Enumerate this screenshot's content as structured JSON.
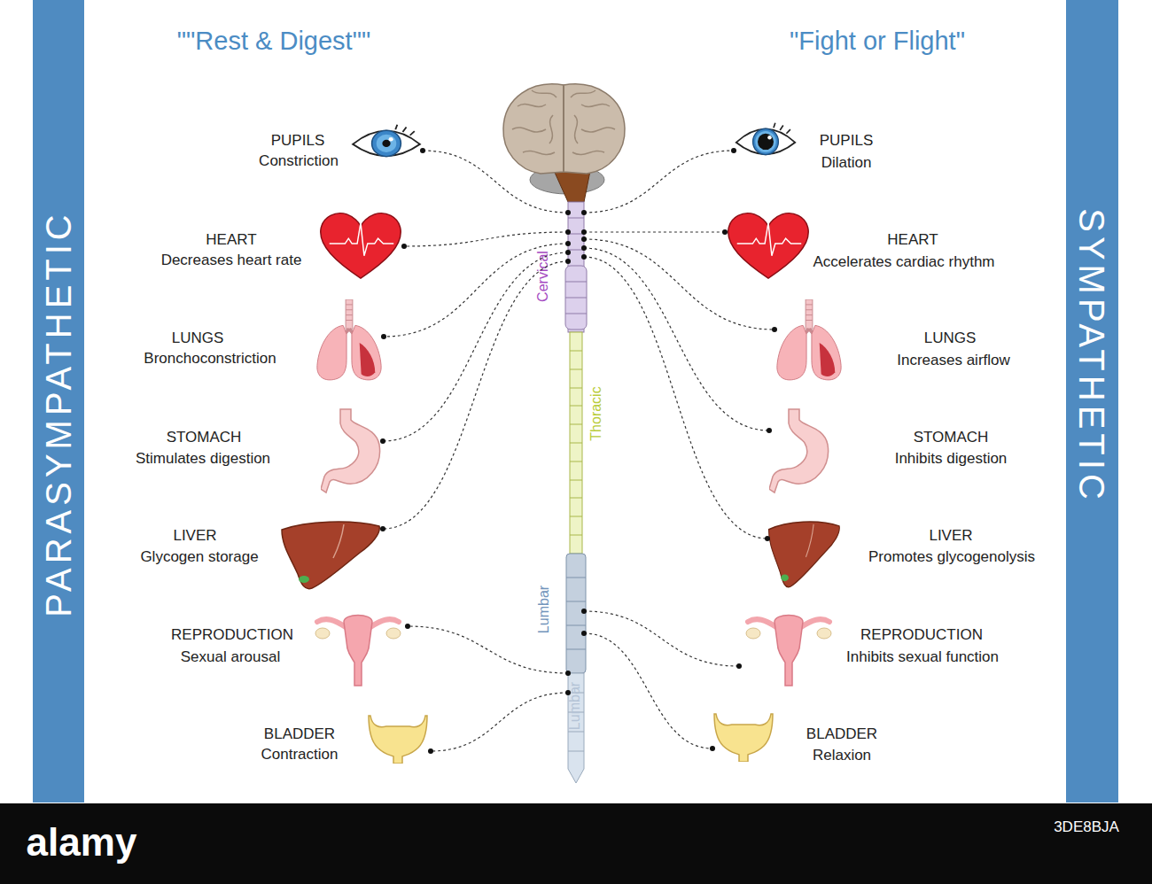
{
  "diagram": {
    "nodes": [
      {
        "text": [
          "PARASYMPATHETIC"
        ]
      },
      {
        "text": [
          "SYMPATHETIC"
        ]
      },
      {
        "text": [
          "Cervical",
          "Thoracic",
          "Lumbar",
          "Lumbar"
        ]
      },
      {
        "text": [
          "PUPILS",
          "Constriction"
        ]
      },
      {
        "text": [
          "HEART",
          "Decreases heart rate"
        ]
      },
      {
        "text": [
          "LUNGS",
          "Bronchoconstriction"
        ]
      },
      {
        "text": [
          "STOMACH",
          "Stimulates digestion"
        ]
      },
      {
        "text": [
          "LIVER",
          "Glycogen storage"
        ]
      },
      {
        "text": [
          "REPRODUCTION",
          "Sexual arousal"
        ]
      },
      {
        "text": [
          "BLADDER",
          "Contraction"
        ]
      },
      {
        "text": [
          "PUPILS",
          "Dilation"
        ]
      },
      {
        "text": [
          "HEART",
          "Accelerates cardiac rhythm"
        ]
      },
      {
        "text": [
          "LUNGS",
          "Increases airflow"
        ]
      },
      {
        "text": [
          "STOMACH",
          "Inhibits digestion"
        ]
      },
      {
        "text": [
          "LIVER",
          "Promotes glycogenolysis"
        ]
      },
      {
        "text": [
          "REPRODUCTION",
          "Inhibits sexual function"
        ]
      },
      {
        "text": [
          "BLADDER",
          "Relaxion"
        ]
      }
    ],
    "edges": [
      {
        "from": 2,
        "to": 3,
        "arrow": "none"
      },
      {
        "from": 2,
        "to": 4,
        "arrow": "none"
      },
      {
        "from": 2,
        "to": 5,
        "arrow": "none"
      },
      {
        "from": 2,
        "to": 6,
        "arrow": "none"
      },
      {
        "from": 2,
        "to": 7,
        "arrow": "none"
      },
      {
        "from": 2,
        "to": 8,
        "arrow": "none"
      },
      {
        "from": 2,
        "to": 9,
        "arrow": "none"
      },
      {
        "from": 2,
        "to": 10,
        "arrow": "none"
      },
      {
        "from": 2,
        "to": 11,
        "arrow": "none"
      },
      {
        "from": 2,
        "to": 12,
        "arrow": "none"
      },
      {
        "from": 2,
        "to": 13,
        "arrow": "none"
      },
      {
        "from": 2,
        "to": 14,
        "arrow": "none"
      },
      {
        "from": 2,
        "to": 15,
        "arrow": "none"
      },
      {
        "from": 2,
        "to": 16,
        "arrow": "none"
      }
    ],
    "labels": [
      "\"\"Rest & Digest\"\"",
      "\"Fight or Flight\"",
      "alamy",
      "3DE8BJA"
    ]
  }
}
